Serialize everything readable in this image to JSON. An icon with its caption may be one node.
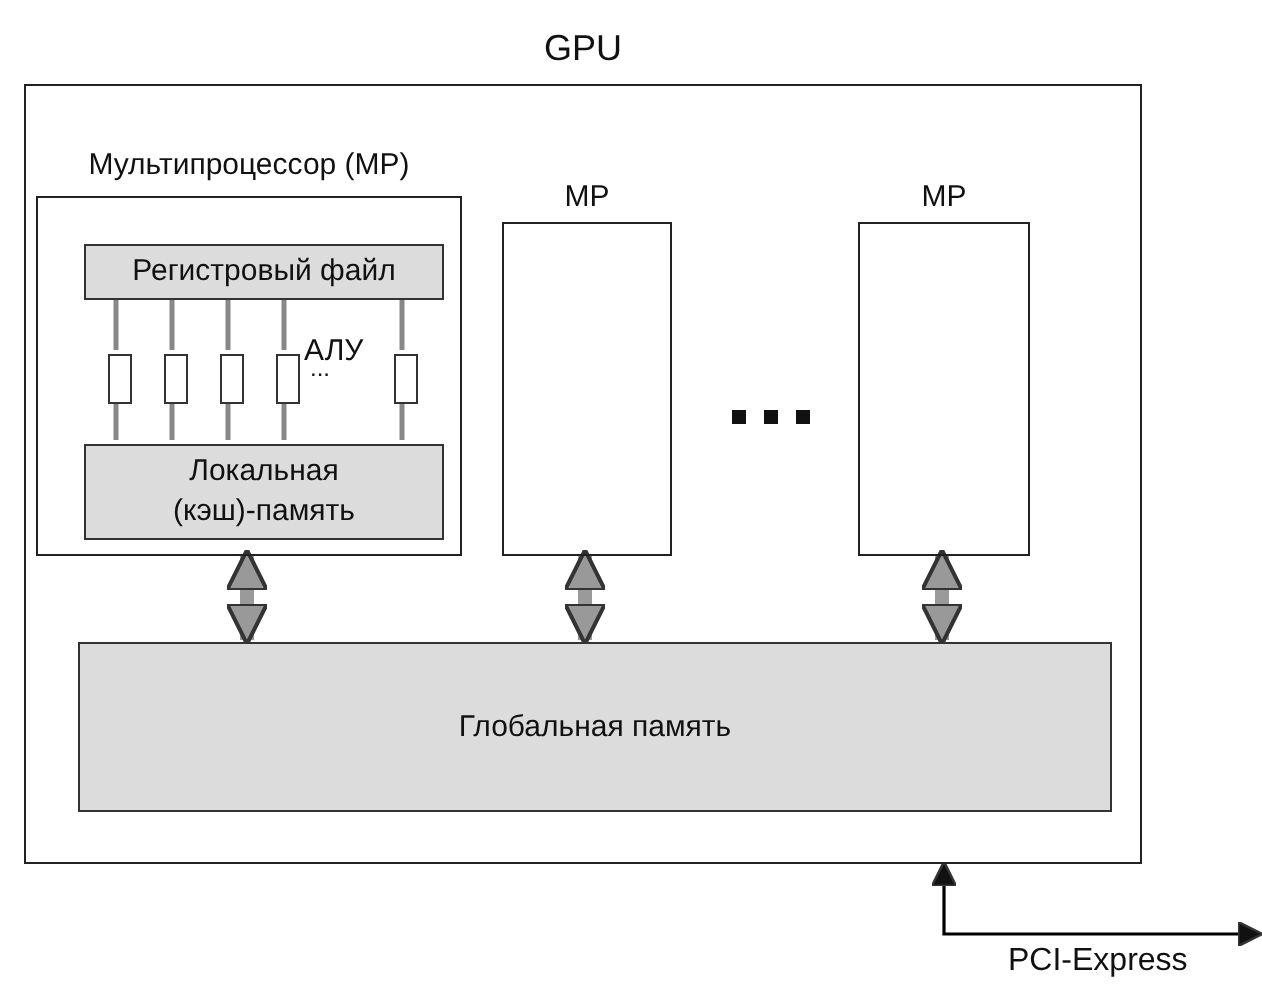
{
  "diagram": {
    "nodes": [
      {
        "text": [
          "GPU"
        ]
      },
      {
        "text": [
          "Мультипроцессор (MP)"
        ],
        "in": 0
      },
      {
        "text": [
          "Регистровый файл"
        ],
        "in": 1
      },
      {
        "text": [
          "Локальная (кэш)-память"
        ],
        "in": 1
      },
      {
        "text": [],
        "shape": "box",
        "in": 1
      },
      {
        "text": [],
        "shape": "box",
        "in": 1
      },
      {
        "text": [],
        "shape": "box",
        "in": 1
      },
      {
        "text": [],
        "shape": "box",
        "in": 1
      },
      {
        "text": [],
        "shape": "box",
        "in": 1
      },
      {
        "text": [
          "MP"
        ],
        "in": 0
      },
      {
        "text": [
          "MP"
        ],
        "in": 0
      },
      {
        "text": [
          "Глобальная память"
        ],
        "in": 0
      }
    ],
    "edges": [
      {
        "from": 2,
        "to": 4,
        "arrow": "none"
      },
      {
        "from": 2,
        "to": 5,
        "arrow": "none"
      },
      {
        "from": 2,
        "to": 6,
        "arrow": "none"
      },
      {
        "from": 2,
        "to": 7,
        "arrow": "none"
      },
      {
        "from": 2,
        "to": 8,
        "arrow": "none"
      },
      {
        "from": 4,
        "to": 3,
        "arrow": "none"
      },
      {
        "from": 5,
        "to": 3,
        "arrow": "none"
      },
      {
        "from": 6,
        "to": 3,
        "arrow": "none"
      },
      {
        "from": 7,
        "to": 3,
        "arrow": "none"
      },
      {
        "from": 8,
        "to": 3,
        "arrow": "none"
      },
      {
        "from": 1,
        "to": 11,
        "arrow": "both",
        "style": "thick"
      },
      {
        "from": 9,
        "to": 11,
        "arrow": "both",
        "style": "thick"
      },
      {
        "from": 10,
        "to": 11,
        "arrow": "both",
        "style": "thick"
      },
      {
        "from": null,
        "to": 0,
        "arrow": "both",
        "label": "PCI-Express",
        "color": "#000000"
      }
    ],
    "labels": [
      "АЛУ",
      "..."
    ]
  }
}
